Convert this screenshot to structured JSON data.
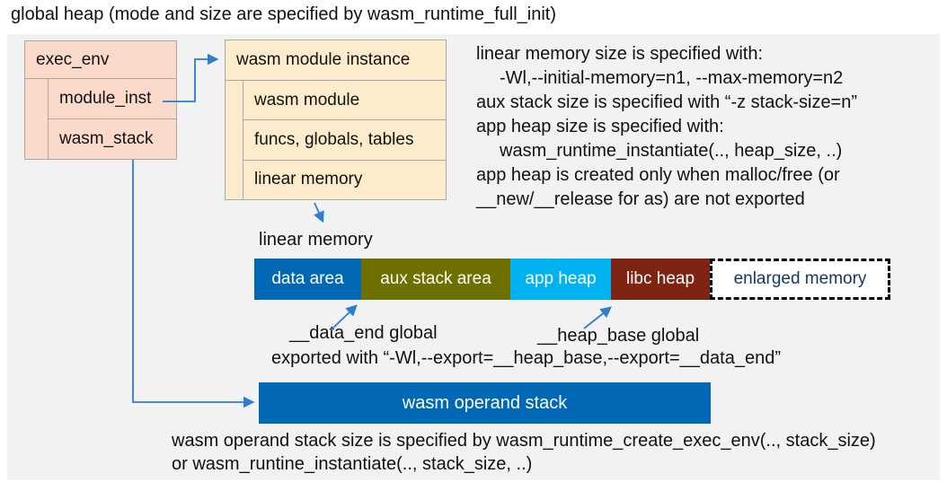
{
  "title": "global heap (mode and size are specified by wasm_runtime_full_init)",
  "exec_env": {
    "header": "exec_env",
    "rows": [
      "module_inst",
      "wasm_stack"
    ]
  },
  "module_instance": {
    "header": "wasm module instance",
    "rows": [
      "wasm module",
      "funcs, globals, tables",
      "linear memory"
    ]
  },
  "notes": {
    "lines": [
      "linear memory size is specified with:",
      "-Wl,--initial-memory=n1, --max-memory=n2",
      "aux stack size is specified with “-z stack-size=n”",
      "app heap size is specified with:",
      "wasm_runtime_instantiate(.., heap_size, ..)",
      "app heap is created only when malloc/free (or",
      "__new/__release for as) are not exported"
    ]
  },
  "linear_memory": {
    "label": "linear memory",
    "segments": [
      {
        "label": "data area",
        "color": "#0068b5"
      },
      {
        "label": "aux stack area",
        "color": "#6e7000"
      },
      {
        "label": "app heap",
        "color": "#00b2f0"
      },
      {
        "label": "libc heap",
        "color": "#7d2413"
      },
      {
        "label": "enlarged memory",
        "color": "#ffffff",
        "border": "dashed"
      }
    ],
    "data_end_label": "__data_end global",
    "heap_base_label": "__heap_base global",
    "export_note": "exported with “-Wl,--export=__heap_base,--export=__data_end”"
  },
  "operand_stack": {
    "label": "wasm operand stack",
    "note_line1": "wasm operand stack size is specified by wasm_runtime_create_exec_env(.., stack_size)",
    "note_line2": "or wasm_runtine_instantiate(.., stack_size, ..)"
  },
  "colors": {
    "panel_bg": "#f2f2f2",
    "exec_env_fill": "#fbd9cb",
    "module_instance_fill": "#fdeccb",
    "box_border": "#a9a9a9",
    "enlarged_memory_text": "#16365c",
    "operand_stack_fill": "#0068b5",
    "arrow": "#2d7dd2"
  }
}
